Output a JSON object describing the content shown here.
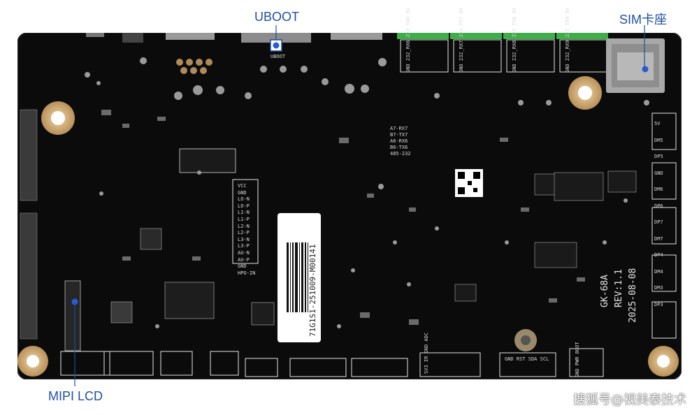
{
  "callouts": {
    "uboot": "UBOOT",
    "sim": "SIM卡座",
    "mipi": "MIPI LCD"
  },
  "board": {
    "model": "GK-68A",
    "rev": "REV:1.1",
    "date": "2025-08-08",
    "serial": "71G1S1-251009-M00141",
    "uboot_silk": "UBOOT"
  },
  "headers": {
    "rs232_1": [
      "GND",
      "232_RX6",
      "232_TX6",
      "5V"
    ],
    "rs232_2": [
      "GND",
      "232_RX7",
      "232_TX7",
      "5V"
    ],
    "rs232_3": [
      "GND",
      "232_RX8",
      "232_TX8",
      "5V"
    ],
    "rs232_4": [
      "GND",
      "232_RX9",
      "232_TX9",
      "5V"
    ],
    "audio": [
      "VCC",
      "GND",
      "LO-N",
      "LO-P",
      "L1-N",
      "L1-P",
      "L2-N",
      "L2-P",
      "L3-N",
      "L3-P",
      "AU-N",
      "AU-P",
      "GND",
      "HPO-IN"
    ],
    "rs485": [
      "A7-RX7",
      "B7-TX7",
      "A6-RX6",
      "B6-TX6",
      "485-232"
    ],
    "right_io": [
      "5V",
      "DM5",
      "DP5",
      "GND",
      "DM6",
      "DP6",
      "DP7",
      "DM7",
      "DP4",
      "DM4",
      "DM3",
      "DP3"
    ],
    "bottom": [
      "SV3",
      "IR",
      "GND",
      "ADC",
      "GND",
      "RST",
      "SDA",
      "SCL",
      "GND",
      "PWR",
      "BOOT"
    ]
  },
  "watermark": "搜狐号@视美泰技术",
  "colors": {
    "pcb": "#0c0c0c",
    "callout": "#1e4fa3",
    "marker": "#2a5bd7",
    "terminal": "#3fae4a",
    "pad": "#c9a36a"
  }
}
